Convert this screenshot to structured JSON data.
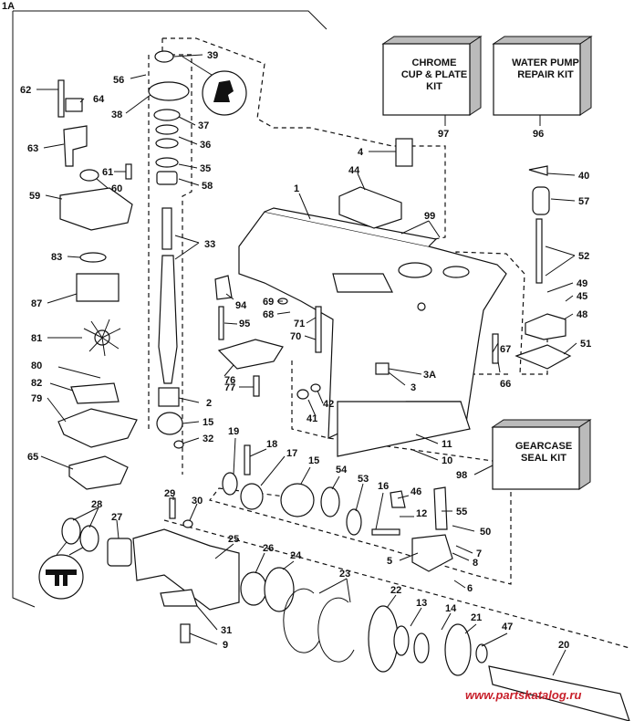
{
  "diagram_id": "1A",
  "kits": [
    {
      "line1": "CHROME",
      "line2": "CUP & PLATE",
      "line3": "KIT",
      "number": "97"
    },
    {
      "line1": "WATER PUMP",
      "line2": "REPAIR KIT",
      "line3": "",
      "number": "96"
    },
    {
      "line1": "GEARCASE",
      "line2": "SEAL KIT",
      "line3": "",
      "number": "98"
    }
  ],
  "callouts": [
    "39",
    "56",
    "62",
    "64",
    "38",
    "37",
    "36",
    "35",
    "58",
    "63",
    "61",
    "60",
    "59",
    "33",
    "83",
    "87",
    "81",
    "80",
    "82",
    "79",
    "65",
    "2",
    "15",
    "32",
    "1",
    "4",
    "44",
    "99",
    "40",
    "57",
    "52",
    "49",
    "45",
    "48",
    "51",
    "94",
    "95",
    "69",
    "68",
    "71",
    "70",
    "76",
    "77",
    "3A",
    "3",
    "41",
    "42",
    "67",
    "66",
    "11",
    "10",
    "19",
    "18",
    "17",
    "15",
    "54",
    "53",
    "16",
    "46",
    "55",
    "12",
    "50",
    "7",
    "8",
    "5",
    "6",
    "29",
    "30",
    "28",
    "27",
    "25",
    "26",
    "24",
    "23",
    "22",
    "13",
    "14",
    "21",
    "47",
    "20",
    "31",
    "9"
  ],
  "watermark": "www.partskatalog.ru"
}
